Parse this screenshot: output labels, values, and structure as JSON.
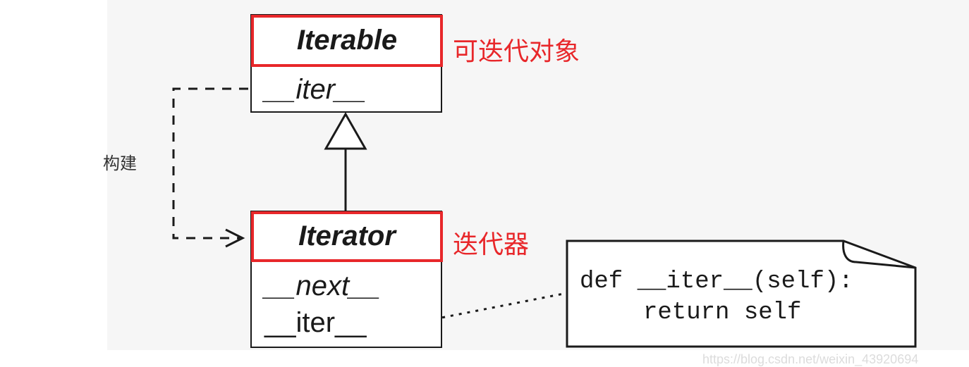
{
  "classes": {
    "iterable": {
      "name": "Iterable",
      "methods": [
        "__iter__"
      ]
    },
    "iterator": {
      "name": "Iterator",
      "methods": [
        "__next__",
        "__iter__"
      ]
    }
  },
  "annotations": {
    "iterable_label": "可迭代对象",
    "iterator_label": "迭代器",
    "build_label": "构建"
  },
  "note": {
    "line1": "def __iter__(self):",
    "line2": "return self"
  },
  "watermark": "https://blog.csdn.net/weixin_43920694",
  "colors": {
    "highlight": "#e8272a",
    "line": "#1a1a1a"
  }
}
